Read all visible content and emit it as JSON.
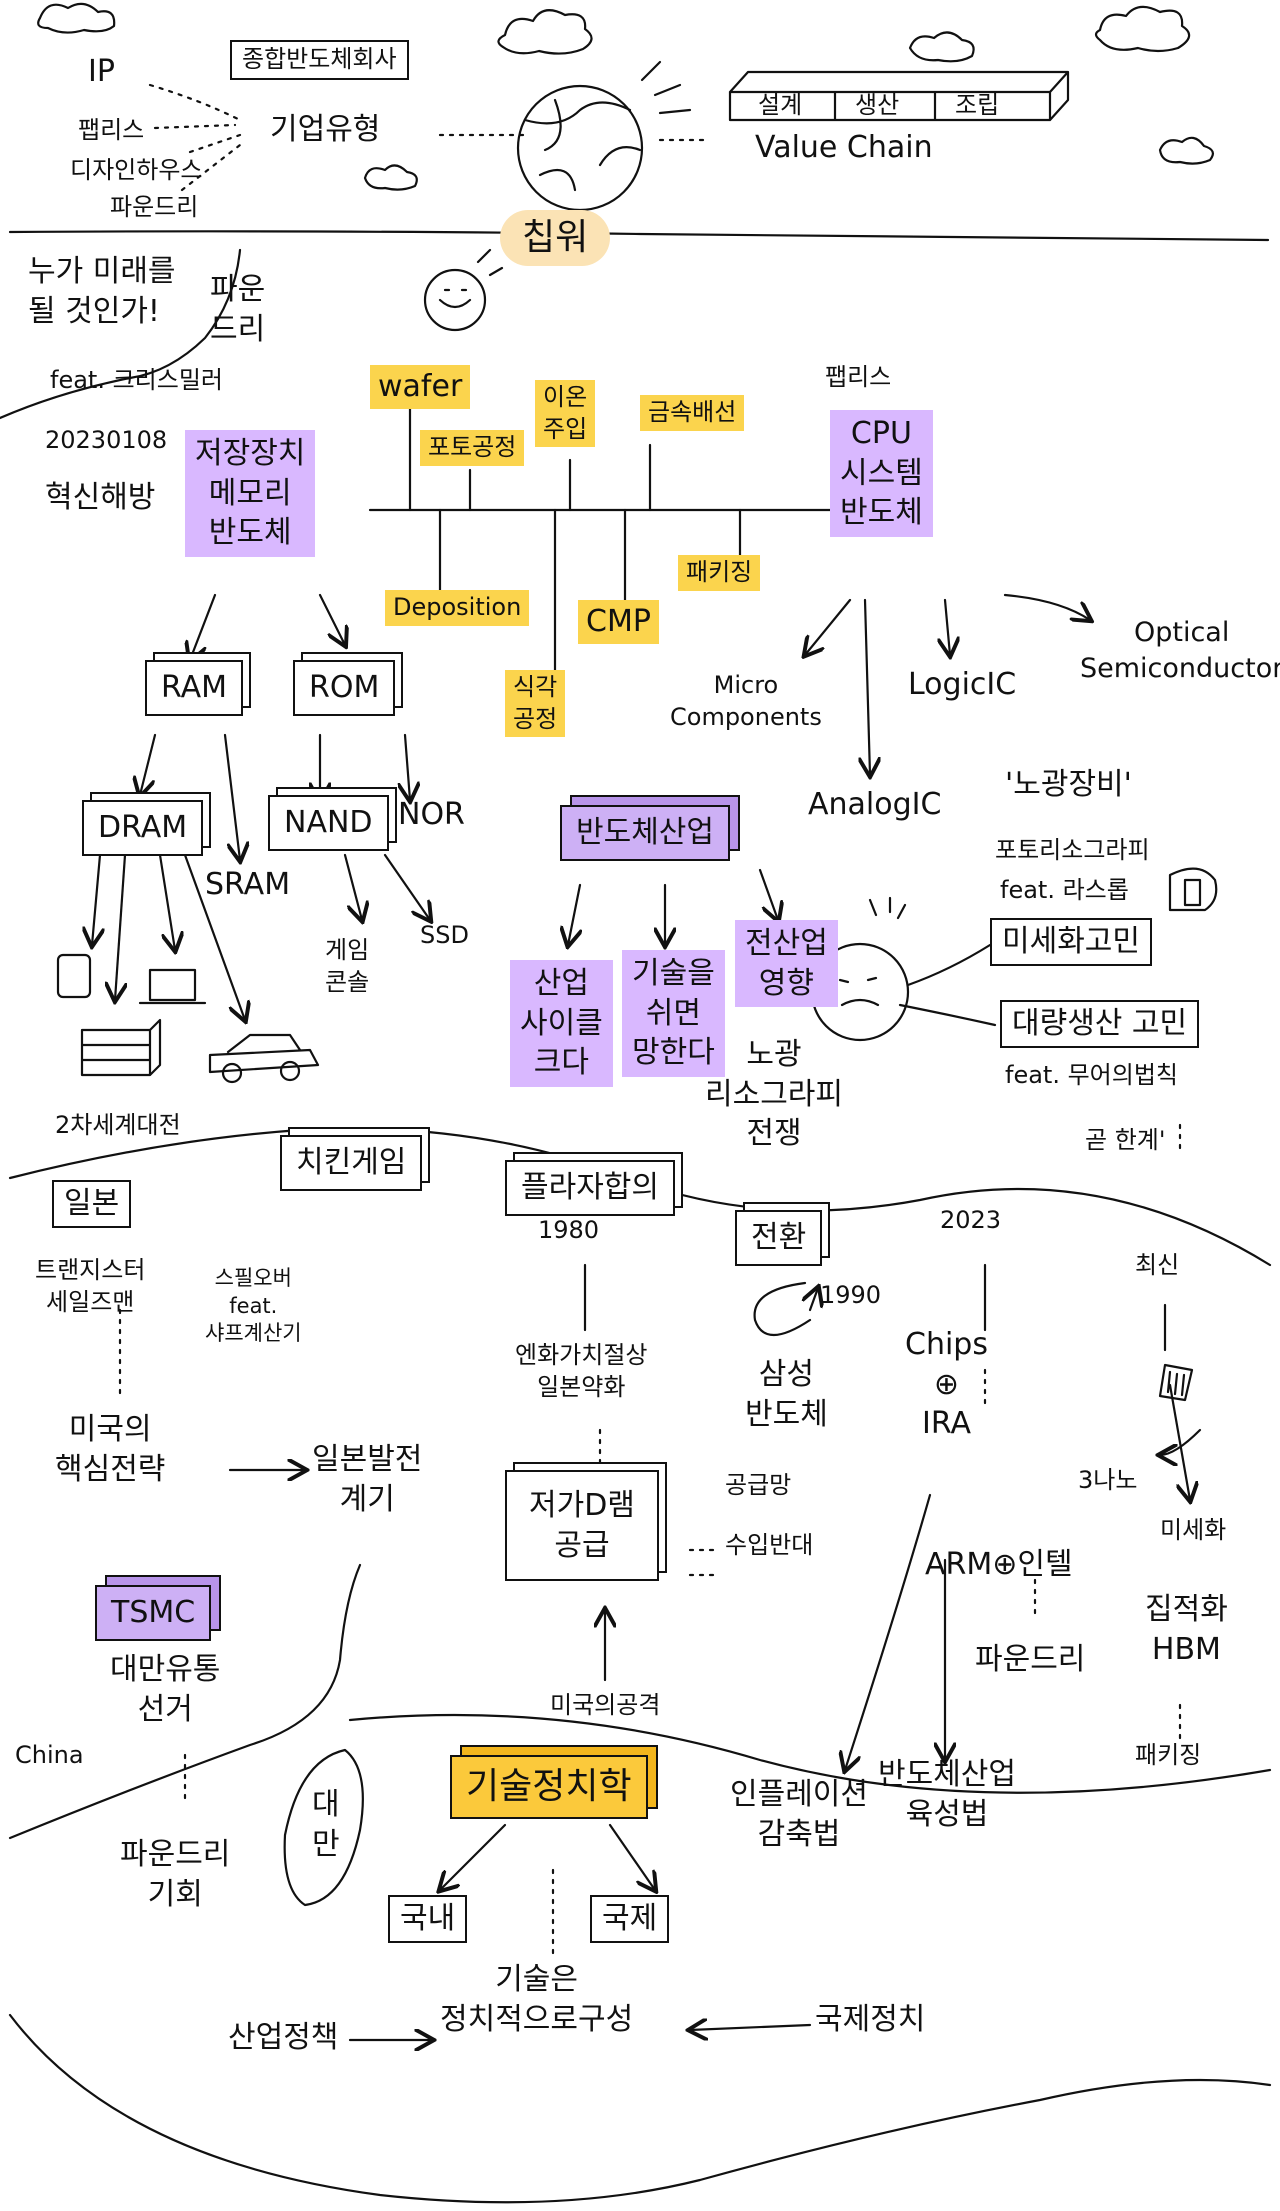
{
  "top": {
    "ip": "IP",
    "fabless": "팹리스",
    "design_house": "디자인하우스",
    "foundry": "파운드리",
    "idm_box": "종합반도체회사",
    "business_type": "기업유형",
    "chip_word": "칩워",
    "value_chain_cells": [
      "설계",
      "생산",
      "조립"
    ],
    "value_chain_label": "Value Chain"
  },
  "upper_left": {
    "question": "누가 미래를\n될 것인가!",
    "foundry2": "파운\n드리",
    "feat_chris": "feat. 크리스밀러",
    "date": "20230108",
    "broadcast": "혁신해방"
  },
  "process": {
    "memory": "저장장치\n메모리\n반도체",
    "wafer": "wafer",
    "photo": "포토공정",
    "ion": "이온\n주입",
    "metal": "금속배선",
    "deposition": "Deposition",
    "cmp": "CMP",
    "packaging": "패키징",
    "etching": "식각\n공정",
    "fabless2": "팹리스",
    "cpu": "CPU\n시스템\n반도체"
  },
  "cpu_branches": {
    "micro": "Micro\nComponents",
    "logic": "LogicIC",
    "optical": "Optical\nSemiconductor",
    "analog": "AnalogIC"
  },
  "memory_tree": {
    "ram": "RAM",
    "rom": "ROM",
    "dram": "DRAM",
    "sram": "SRAM",
    "nand": "NAND",
    "nor": "NOR",
    "game": "게임\n콘솔",
    "ssd": "SSD"
  },
  "industry": {
    "title": "반도체산업",
    "cycle": "산업\n사이클\n크다",
    "techstop": "기술을\n쉬면\n망한다",
    "strategic": "전산업\n영향"
  },
  "right_mid": {
    "euv": "'노광장비'",
    "photolitho": "포토리소그라피",
    "feat_laser": "feat. 라스롭",
    "mini_worry": "미세화고민",
    "mass_worry": "대량생산 고민",
    "feat_moore": "feat. 무어의법칙",
    "limit": "곧 한계'",
    "litho_war": "노광\n리소그라피\n전쟁"
  },
  "history": {
    "ww2": "2차세계대전",
    "japan": "일본",
    "transistor": "트랜지스터\n세일즈맨",
    "sharp": "스필오버\nfeat.\n샤프계산기",
    "us_strategy": "미국의\n핵심전략",
    "japan_dev": "일본발전\n계기",
    "chicken": "치킨게임",
    "plaza": "플라자합의",
    "plaza_year": "1980",
    "yen": "엔화가치절상\n일본약화",
    "cheap_dram": "저가D램\n공급",
    "supply_net": "공급망",
    "import": "수입반대",
    "us_attack": "미국의공격",
    "turn": "전환",
    "year_1990": "1990",
    "samsung": "삼성\n반도체",
    "tsmc": "TSMC",
    "taiwan_tsmc": "대만유통\n선거",
    "china": "China",
    "foundry_chance": "파운드리\n기회",
    "taiwan": "대\n만",
    "year_2023": "2023",
    "chips": "Chips\n⊕\nIRA",
    "arm": "ARM⊕인텔",
    "foundry3": "파운드리",
    "inflation": "인플레이션\n감축법",
    "promote": "반도체산업\n육성법",
    "latest": "최신",
    "nm3": "3나노",
    "mini": "미세화",
    "integ": "집적화\nHBM",
    "pkg2": "패키징"
  },
  "bottom": {
    "tech_politics": "기술정치학",
    "domestic": "국내",
    "international": "국제",
    "tech_is": "기술은\n정치적으로구성",
    "ind_policy": "산업정책",
    "intl_politics": "국제정치"
  }
}
